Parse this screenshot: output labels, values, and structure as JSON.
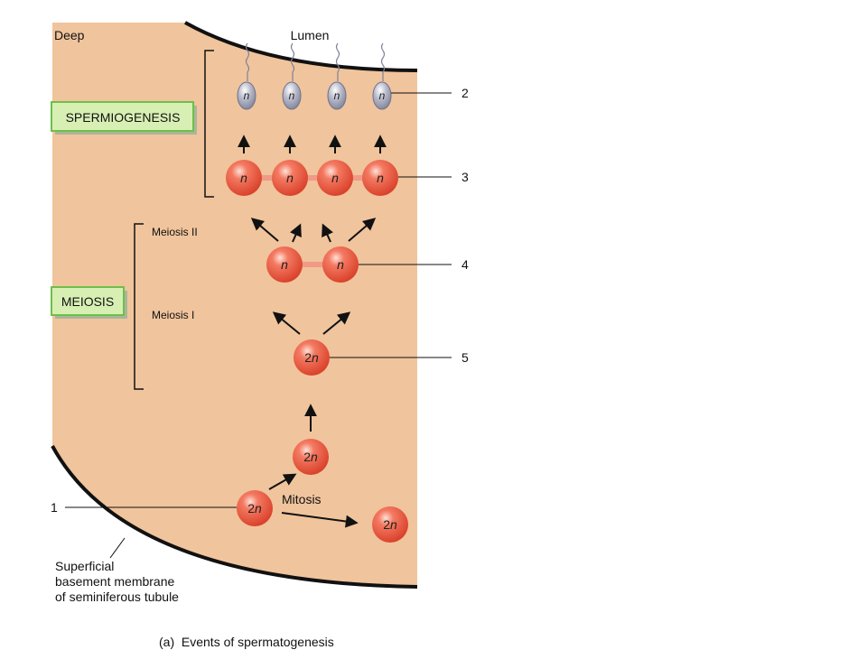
{
  "labels": {
    "deep": "Deep",
    "lumen": "Lumen",
    "spermiogenesis": "SPERMIOGENESIS",
    "meiosis": "MEIOSIS",
    "meiosis_ii": "Meiosis II",
    "meiosis_i": "Meiosis I",
    "mitosis": "Mitosis",
    "basement_line1": "Superficial",
    "basement_line2": "basement membrane",
    "basement_line3": "of seminiferous tubule",
    "caption": "(a)  Events of spermatogenesis"
  },
  "callouts": {
    "n1": "1",
    "n2": "2",
    "n3": "3",
    "n4": "4",
    "n5": "5"
  },
  "cells": {
    "haploid": "n",
    "diploid_prefix": "2",
    "diploid_suffix": "n"
  },
  "colors": {
    "tissue": "#f0c49c",
    "cell_red": "#e8553f",
    "cell_highlight": "#fbd0c4",
    "sperm_head": "#a9abc0",
    "box_fill": "#d8efb4",
    "box_stroke": "#6fbf4a"
  }
}
